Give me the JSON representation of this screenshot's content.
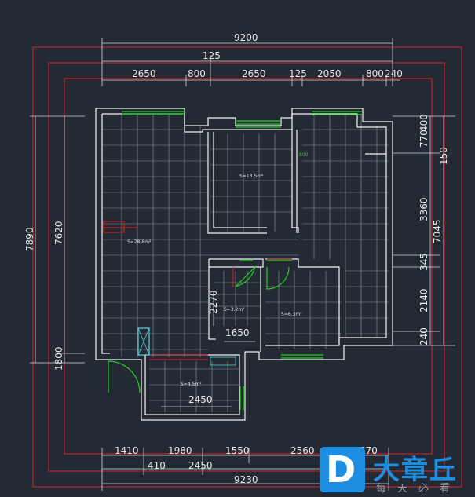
{
  "dimensions": {
    "top_overall": "9200",
    "top_mid": "125",
    "top_segments": [
      "2650",
      "800",
      "2650",
      "125",
      "2050",
      "800",
      "240"
    ],
    "bottom_segments": [
      "1410",
      "1980",
      "1550",
      "2560",
      "670"
    ],
    "bottom_mid": [
      "410",
      "2450"
    ],
    "bottom_overall": "9230",
    "left_outer": "7890",
    "left_inner": "7620",
    "left_bottom": "1800",
    "right_outer": "7045",
    "right_segments": [
      "770",
      "400",
      "3360",
      "345",
      "2140",
      "240"
    ],
    "right_extra": "150",
    "bath_height": "2270",
    "bath_width": "1650",
    "kitchen_width": "2450"
  },
  "rooms": {
    "living": "S=28.6m²",
    "bedroom_top": "S=13.5m²",
    "bath": "S=3.2m²",
    "bedroom_small": "S=6.3m²",
    "kitchen": "S=4.5m²",
    "window_tag": "800"
  },
  "watermark": {
    "name": "大章丘",
    "slogan": "每天必看"
  },
  "colors": {
    "background": "#232a33",
    "dimension_red": "#e0222a",
    "window_green": "#22d022",
    "brand_blue": "#1e8fe0"
  }
}
